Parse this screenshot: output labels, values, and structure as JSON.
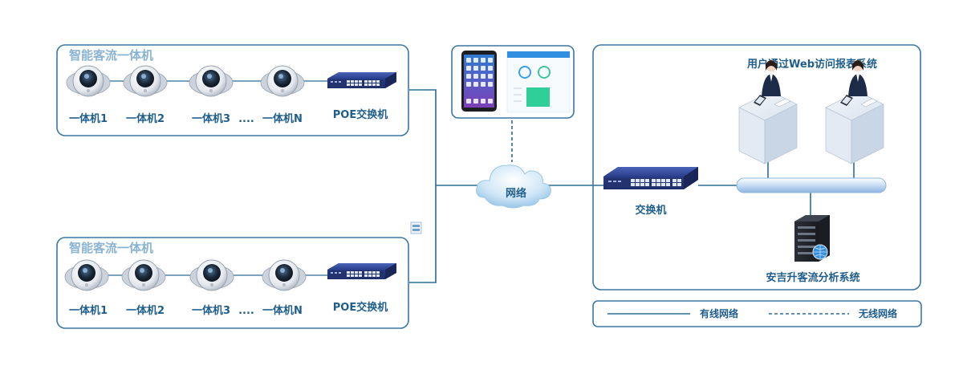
{
  "groups": [
    {
      "title": "智能客流一体机",
      "cameras": [
        "一体机1",
        "一体机2",
        "一体机3",
        "一体机N"
      ],
      "ellipsis": "....",
      "switch_label": "POE交换机"
    },
    {
      "title": "智能客流一体机",
      "cameras": [
        "一体机1",
        "一体机2",
        "一体机3",
        "一体机N"
      ],
      "ellipsis": "....",
      "switch_label": "POE交换机"
    }
  ],
  "network": {
    "cloud_label": "网络"
  },
  "server_room": {
    "users_label": "用户通过Web访问报表系统",
    "switch_label": "交换机",
    "server_label": "安吉升客流分析系统"
  },
  "legend": {
    "wired": "有线网络",
    "wireless": "无线网络"
  },
  "colors": {
    "line": "#2b6c98",
    "title": "#8ab3d3",
    "label": "#1f5e8c",
    "border": "#3a77a3"
  }
}
